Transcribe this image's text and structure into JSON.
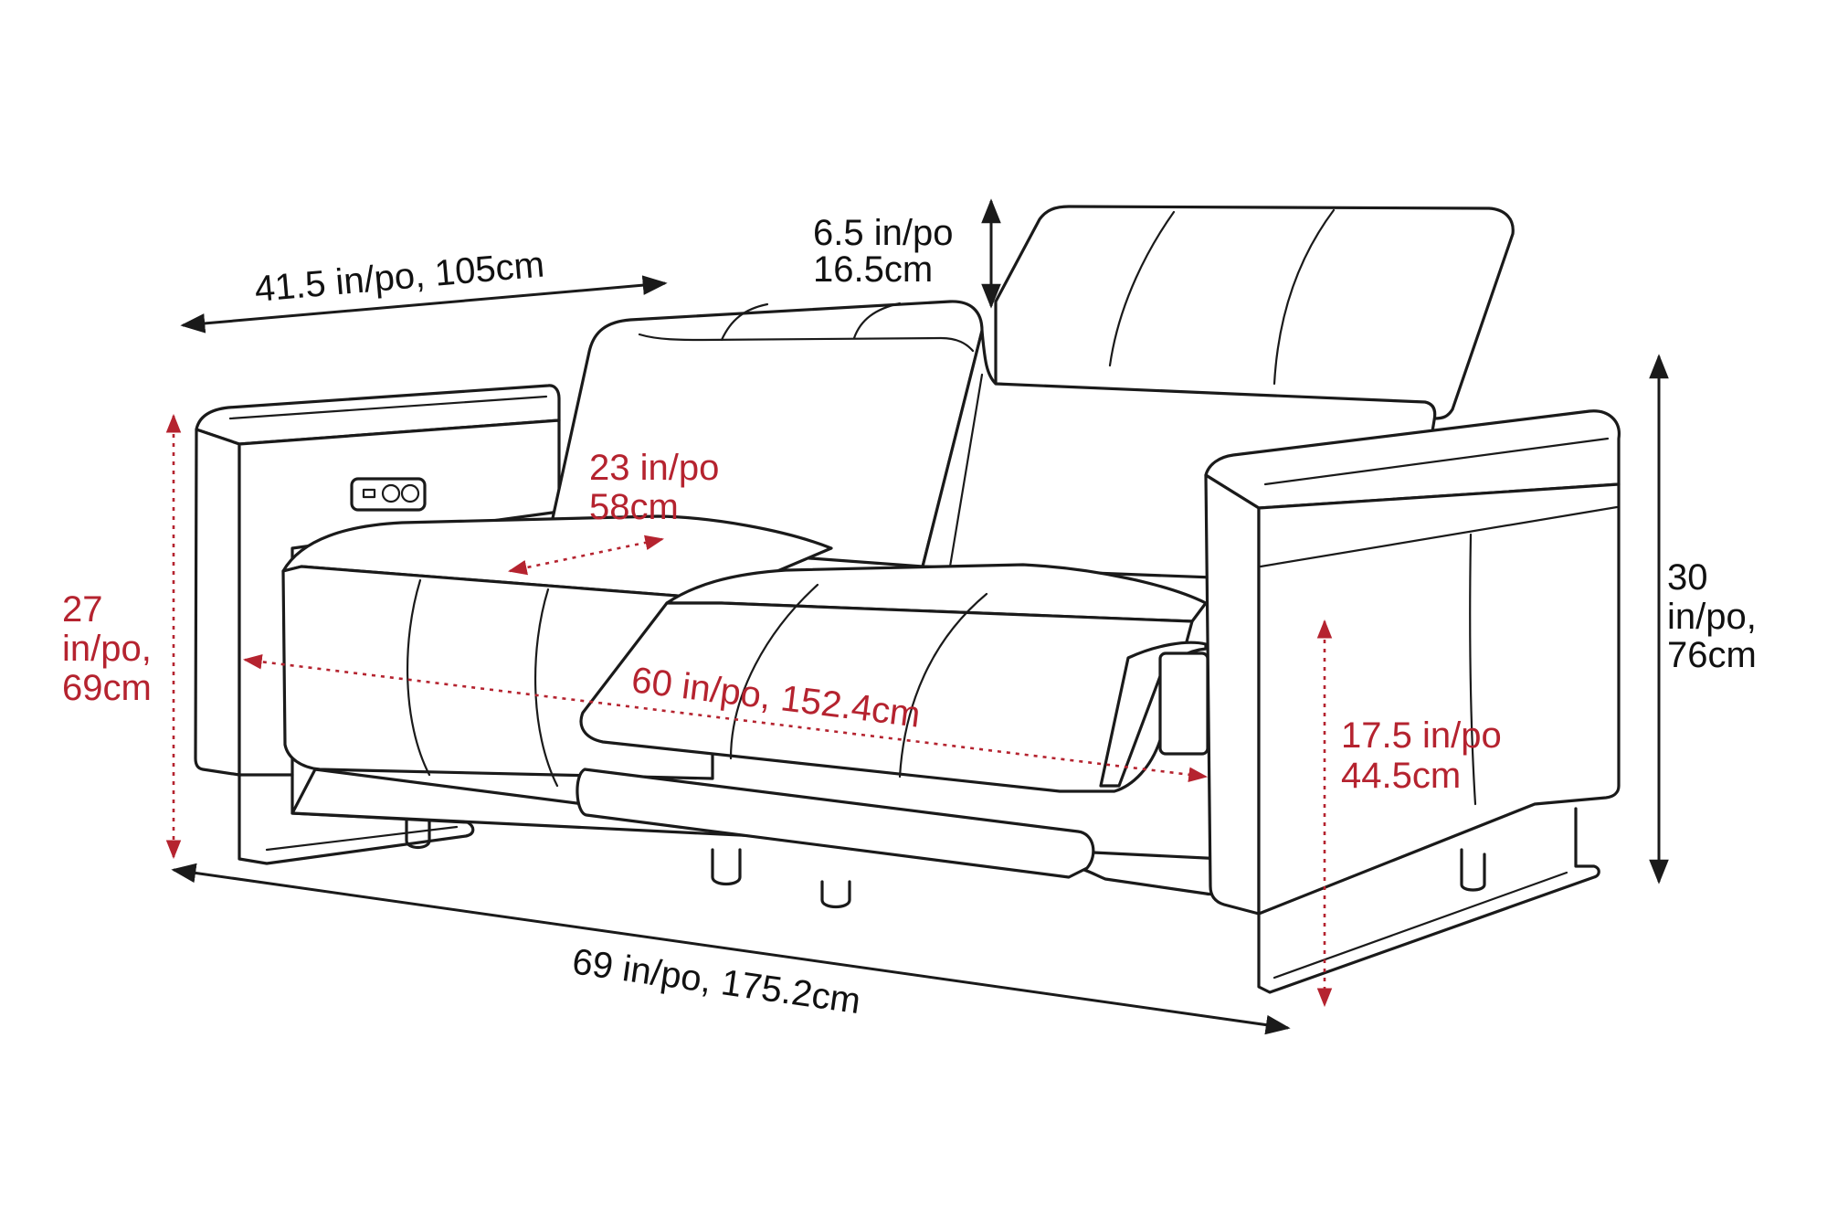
{
  "diagram": {
    "colors": {
      "outline": "#1a1a1a",
      "black_text": "#111111",
      "red_dimension": "#b5232f",
      "background": "#ffffff"
    },
    "labels": {
      "depth_line1": "41.5 in/po, 105cm",
      "headrest_line1": "6.5 in/po",
      "headrest_line2": "16.5cm",
      "height_line1": "30",
      "height_line2": "in/po,",
      "height_line3": "76cm",
      "width_line1": "69 in/po, 175.2cm",
      "arm_height_line1": "27",
      "arm_height_line2": "in/po,",
      "arm_height_line3": "69cm",
      "seat_depth_line1": "23 in/po",
      "seat_depth_line2": "58cm",
      "seat_width_line1": "60 in/po, 152.4cm",
      "seat_height_line1": "17.5 in/po",
      "seat_height_line2": "44.5cm"
    }
  }
}
